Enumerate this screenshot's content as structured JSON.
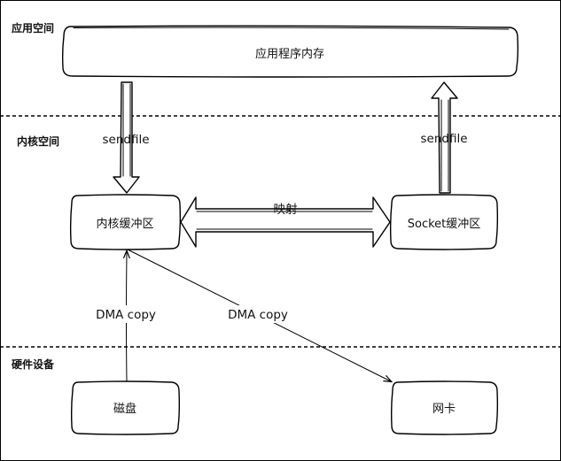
{
  "sections": {
    "user_space": "应用空间",
    "kernel_space": "内核空间",
    "hardware": "硬件设备"
  },
  "nodes": {
    "app_memory": "应用程序内存",
    "kernel_buffer": "内核缓冲区",
    "socket_buffer": "Socket缓冲区",
    "disk": "磁盘",
    "nic": "网卡"
  },
  "edges": {
    "sendfile_down": "sendfile",
    "sendfile_up": "sendfile",
    "mapping": "映射",
    "dma_copy_disk": "DMA copy",
    "dma_copy_nic": "DMA copy"
  }
}
